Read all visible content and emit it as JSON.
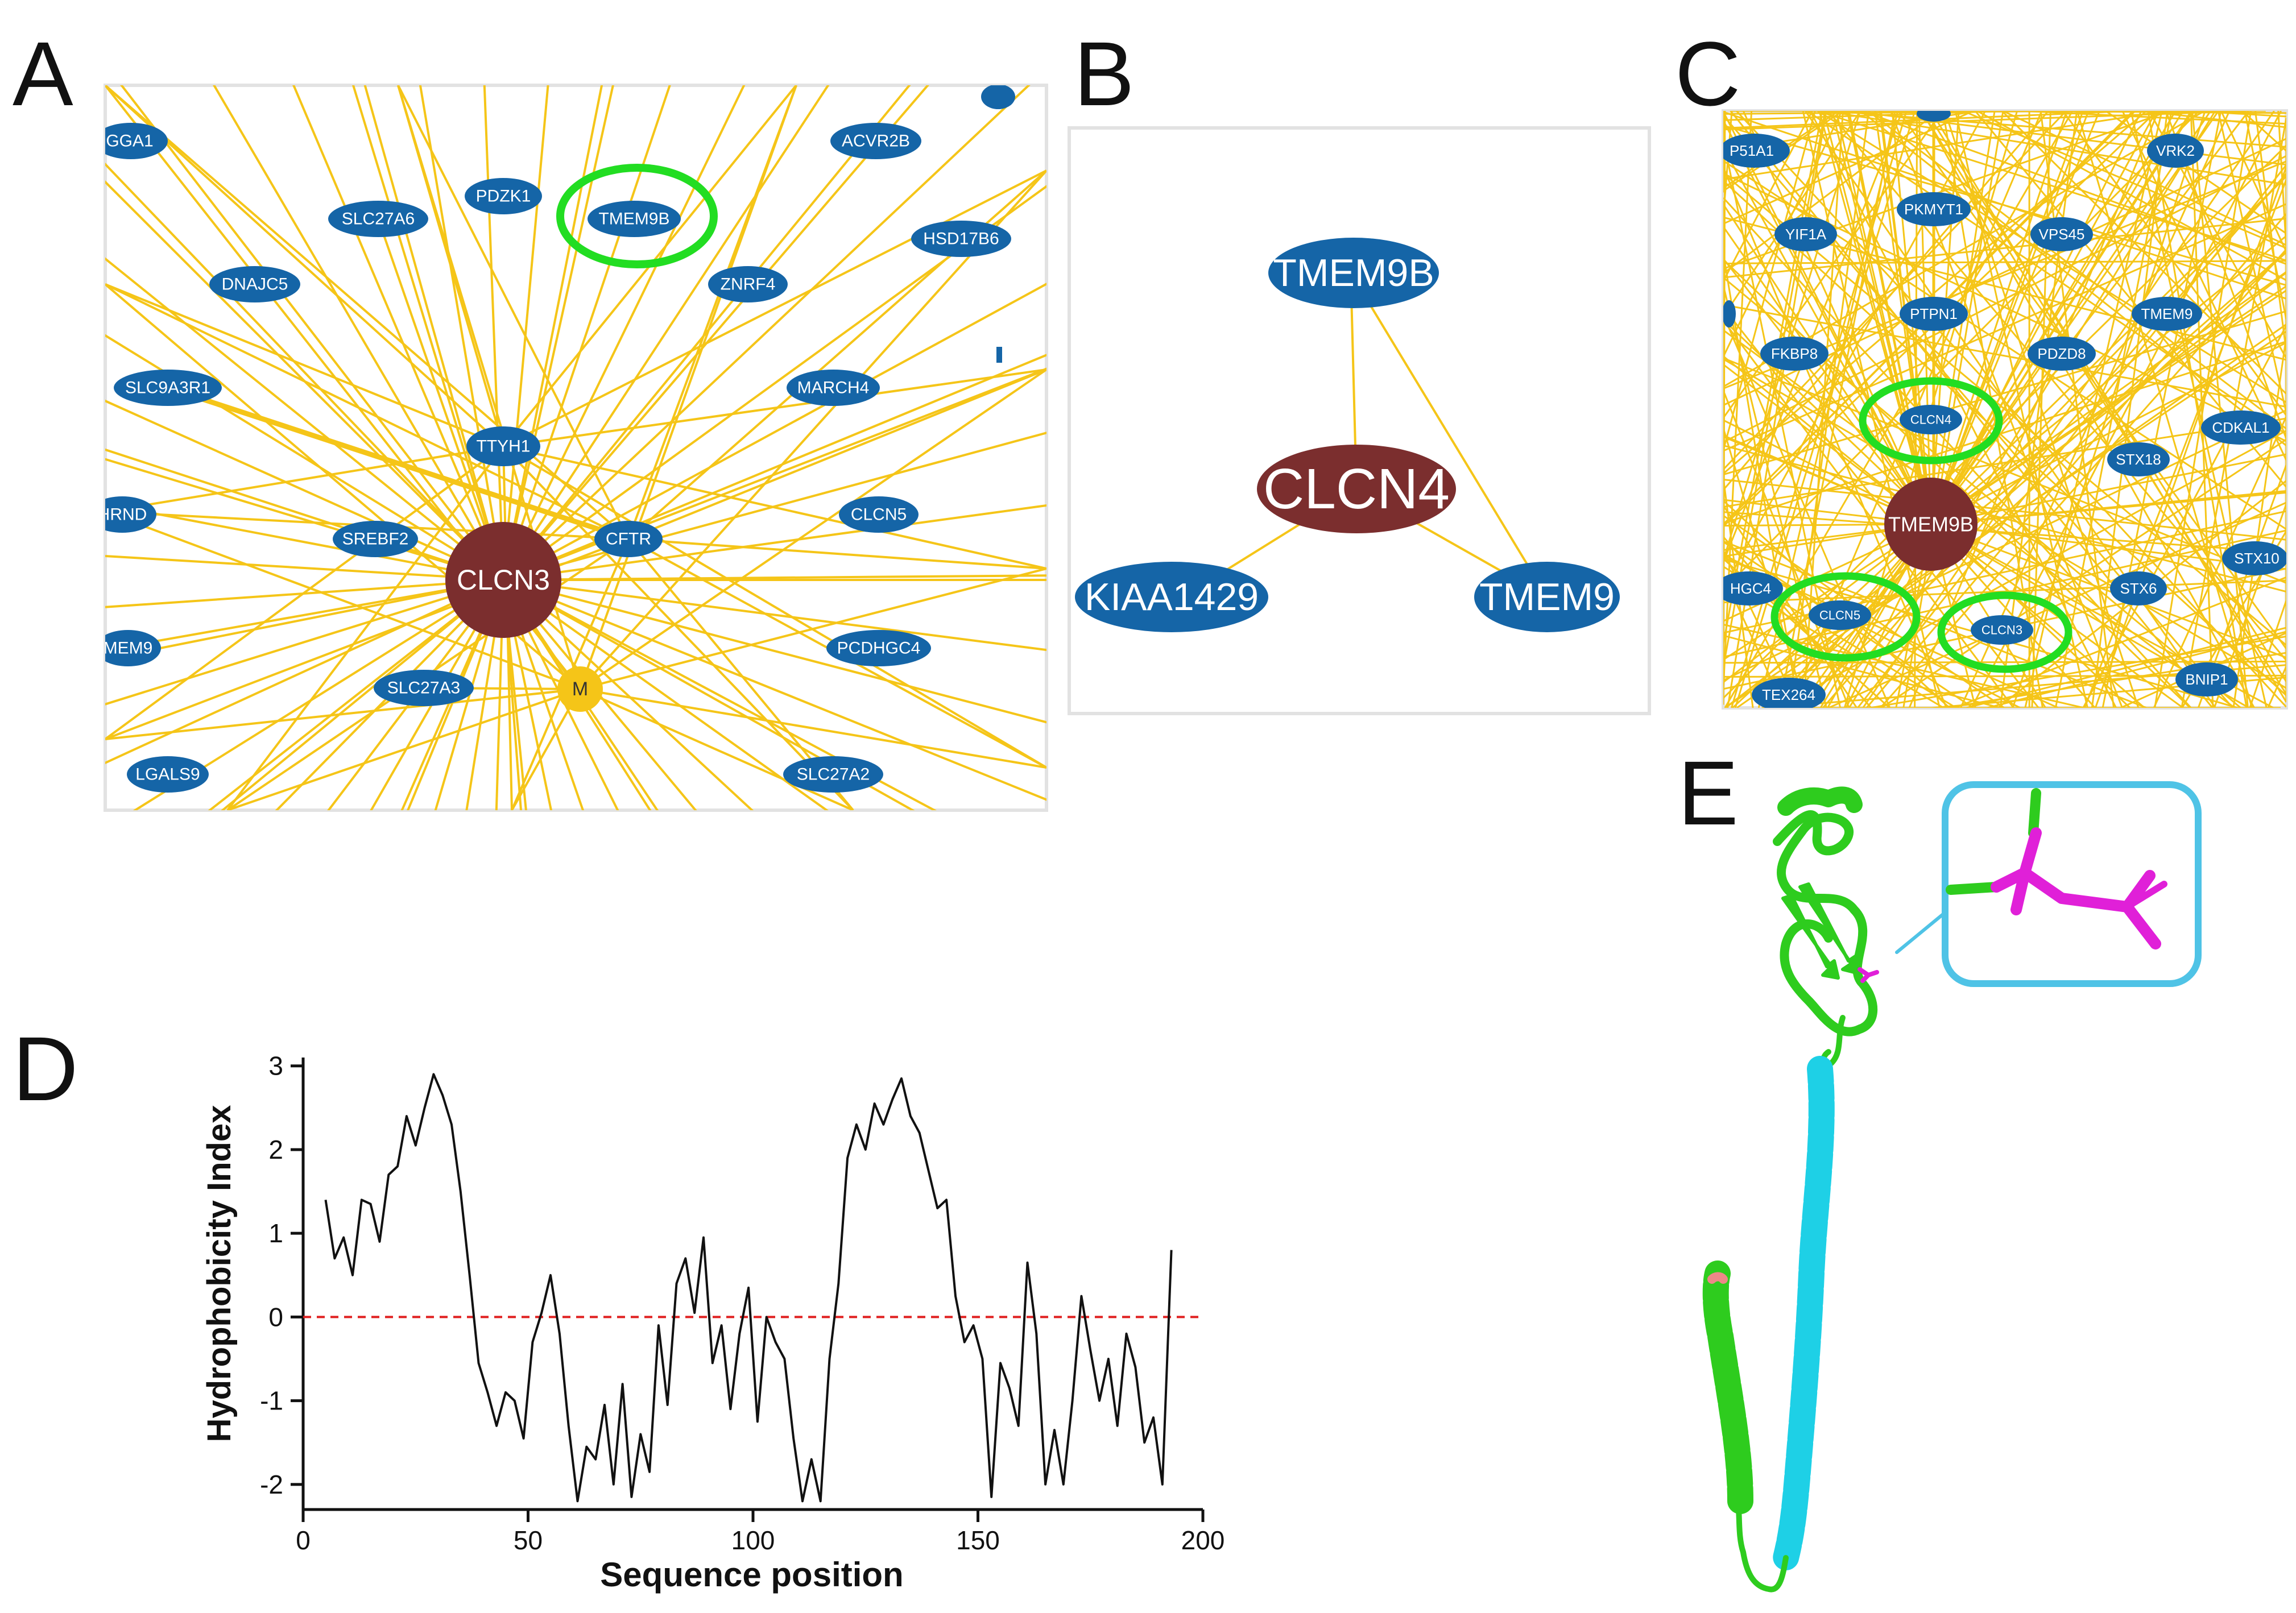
{
  "panel_labels": {
    "A": "A",
    "B": "B",
    "C": "C",
    "D": "D",
    "E": "E"
  },
  "colors": {
    "edge": "#F5C518",
    "node_blue": "#1565A7",
    "node_center": "#7B2E2E",
    "node_metabolite": "#F5C518",
    "highlight_ring": "#22DD22",
    "plot_line": "#111111",
    "zero_line": "#E02020",
    "helix_cyan": "#1ED0E6",
    "helix_green": "#2ECC1E",
    "residue_magenta": "#E020D8",
    "inset_border": "#4FC3E6"
  },
  "panelA": {
    "center": "CLCN3",
    "metabolite": "M",
    "nodes": [
      "GGA1",
      "ACVR2B",
      "SLC27A6",
      "PDZK1",
      "TMEM9B",
      "HSD17B6",
      "DNAJC5",
      "ZNRF4",
      "SLC9A3R1",
      "MARCH4",
      "TTYH1",
      "HRND",
      "SREBF2",
      "CFTR",
      "CLCN5",
      "MEM9",
      "PCDHGC4",
      "SLC27A3",
      "LGALS9",
      "SLC27A2"
    ],
    "highlighted": [
      "TMEM9B"
    ]
  },
  "panelB": {
    "center": "CLCN4",
    "nodes": [
      "TMEM9B",
      "KIAA1429",
      "TMEM9"
    ]
  },
  "panelC": {
    "center": "TMEM9B",
    "nodes": [
      "P51A1",
      "VRK2",
      "PKMYT1",
      "YIF1A",
      "VPS45",
      "PTPN1",
      "TMEM9",
      "FKBP8",
      "PDZD8",
      "CLCN4",
      "CDKAL1",
      "STX18",
      "HGC4",
      "STX10",
      "CLCN5",
      "CLCN3",
      "STX6",
      "TEX264",
      "BNIP1"
    ],
    "highlighted": [
      "CLCN4",
      "CLCN5",
      "CLCN3"
    ]
  },
  "panelD": {
    "chart_data": {
      "type": "line",
      "xlabel": "Sequence position",
      "ylabel": "Hydrophobicity Index",
      "xlim": [
        0,
        200
      ],
      "ylim": [
        -2.3,
        3.1
      ],
      "xticks": [
        "0",
        "50",
        "100",
        "150",
        "200"
      ],
      "yticks": [
        "-2",
        "-1",
        "0",
        "1",
        "2",
        "3"
      ],
      "reference_line_y": 0,
      "series": [
        {
          "x": [
            5,
            7,
            9,
            11,
            13,
            15,
            17,
            19,
            21,
            23,
            25,
            27,
            29,
            31,
            33,
            35,
            37,
            39,
            41,
            43,
            45,
            47,
            49,
            51,
            53,
            55,
            57,
            59,
            61,
            63,
            65,
            67,
            69,
            71,
            73,
            75,
            77,
            79,
            81,
            83,
            85,
            87,
            89,
            91,
            93,
            95,
            97,
            99,
            101,
            103,
            105,
            107,
            109,
            111,
            113,
            115,
            117,
            119,
            121,
            123,
            125,
            127,
            129,
            131,
            133,
            135,
            137,
            139,
            141,
            143,
            145,
            147,
            149,
            151,
            153,
            155,
            157,
            159,
            161,
            163,
            165,
            167,
            169,
            171,
            173,
            175,
            177,
            179,
            181,
            183,
            185,
            187,
            189,
            191,
            193
          ],
          "y": [
            1.4,
            0.7,
            0.95,
            0.5,
            1.4,
            1.35,
            0.9,
            1.7,
            1.8,
            2.4,
            2.05,
            2.5,
            2.9,
            2.65,
            2.3,
            1.5,
            0.5,
            -0.55,
            -0.9,
            -1.3,
            -0.9,
            -1.0,
            -1.45,
            -0.3,
            0.05,
            0.5,
            -0.2,
            -1.3,
            -2.2,
            -1.55,
            -1.7,
            -1.05,
            -2.0,
            -0.8,
            -2.15,
            -1.4,
            -1.85,
            -0.1,
            -1.05,
            0.4,
            0.7,
            0.05,
            0.95,
            -0.55,
            -0.1,
            -1.1,
            -0.2,
            0.35,
            -1.25,
            0.0,
            -0.3,
            -0.5,
            -1.45,
            -2.2,
            -1.7,
            -2.2,
            -0.5,
            0.4,
            1.9,
            2.3,
            2.0,
            2.55,
            2.3,
            2.6,
            2.85,
            2.4,
            2.2,
            1.75,
            1.3,
            1.4,
            0.25,
            -0.3,
            -0.1,
            -0.5,
            -2.15,
            -0.55,
            -0.85,
            -1.3,
            0.65,
            -0.2,
            -2.0,
            -1.35,
            -2.0,
            -1.0,
            0.25,
            -0.4,
            -1.0,
            -0.5,
            -1.3,
            -0.2,
            -0.6,
            -1.5,
            -1.2,
            -2.0,
            0.8
          ]
        }
      ]
    }
  }
}
